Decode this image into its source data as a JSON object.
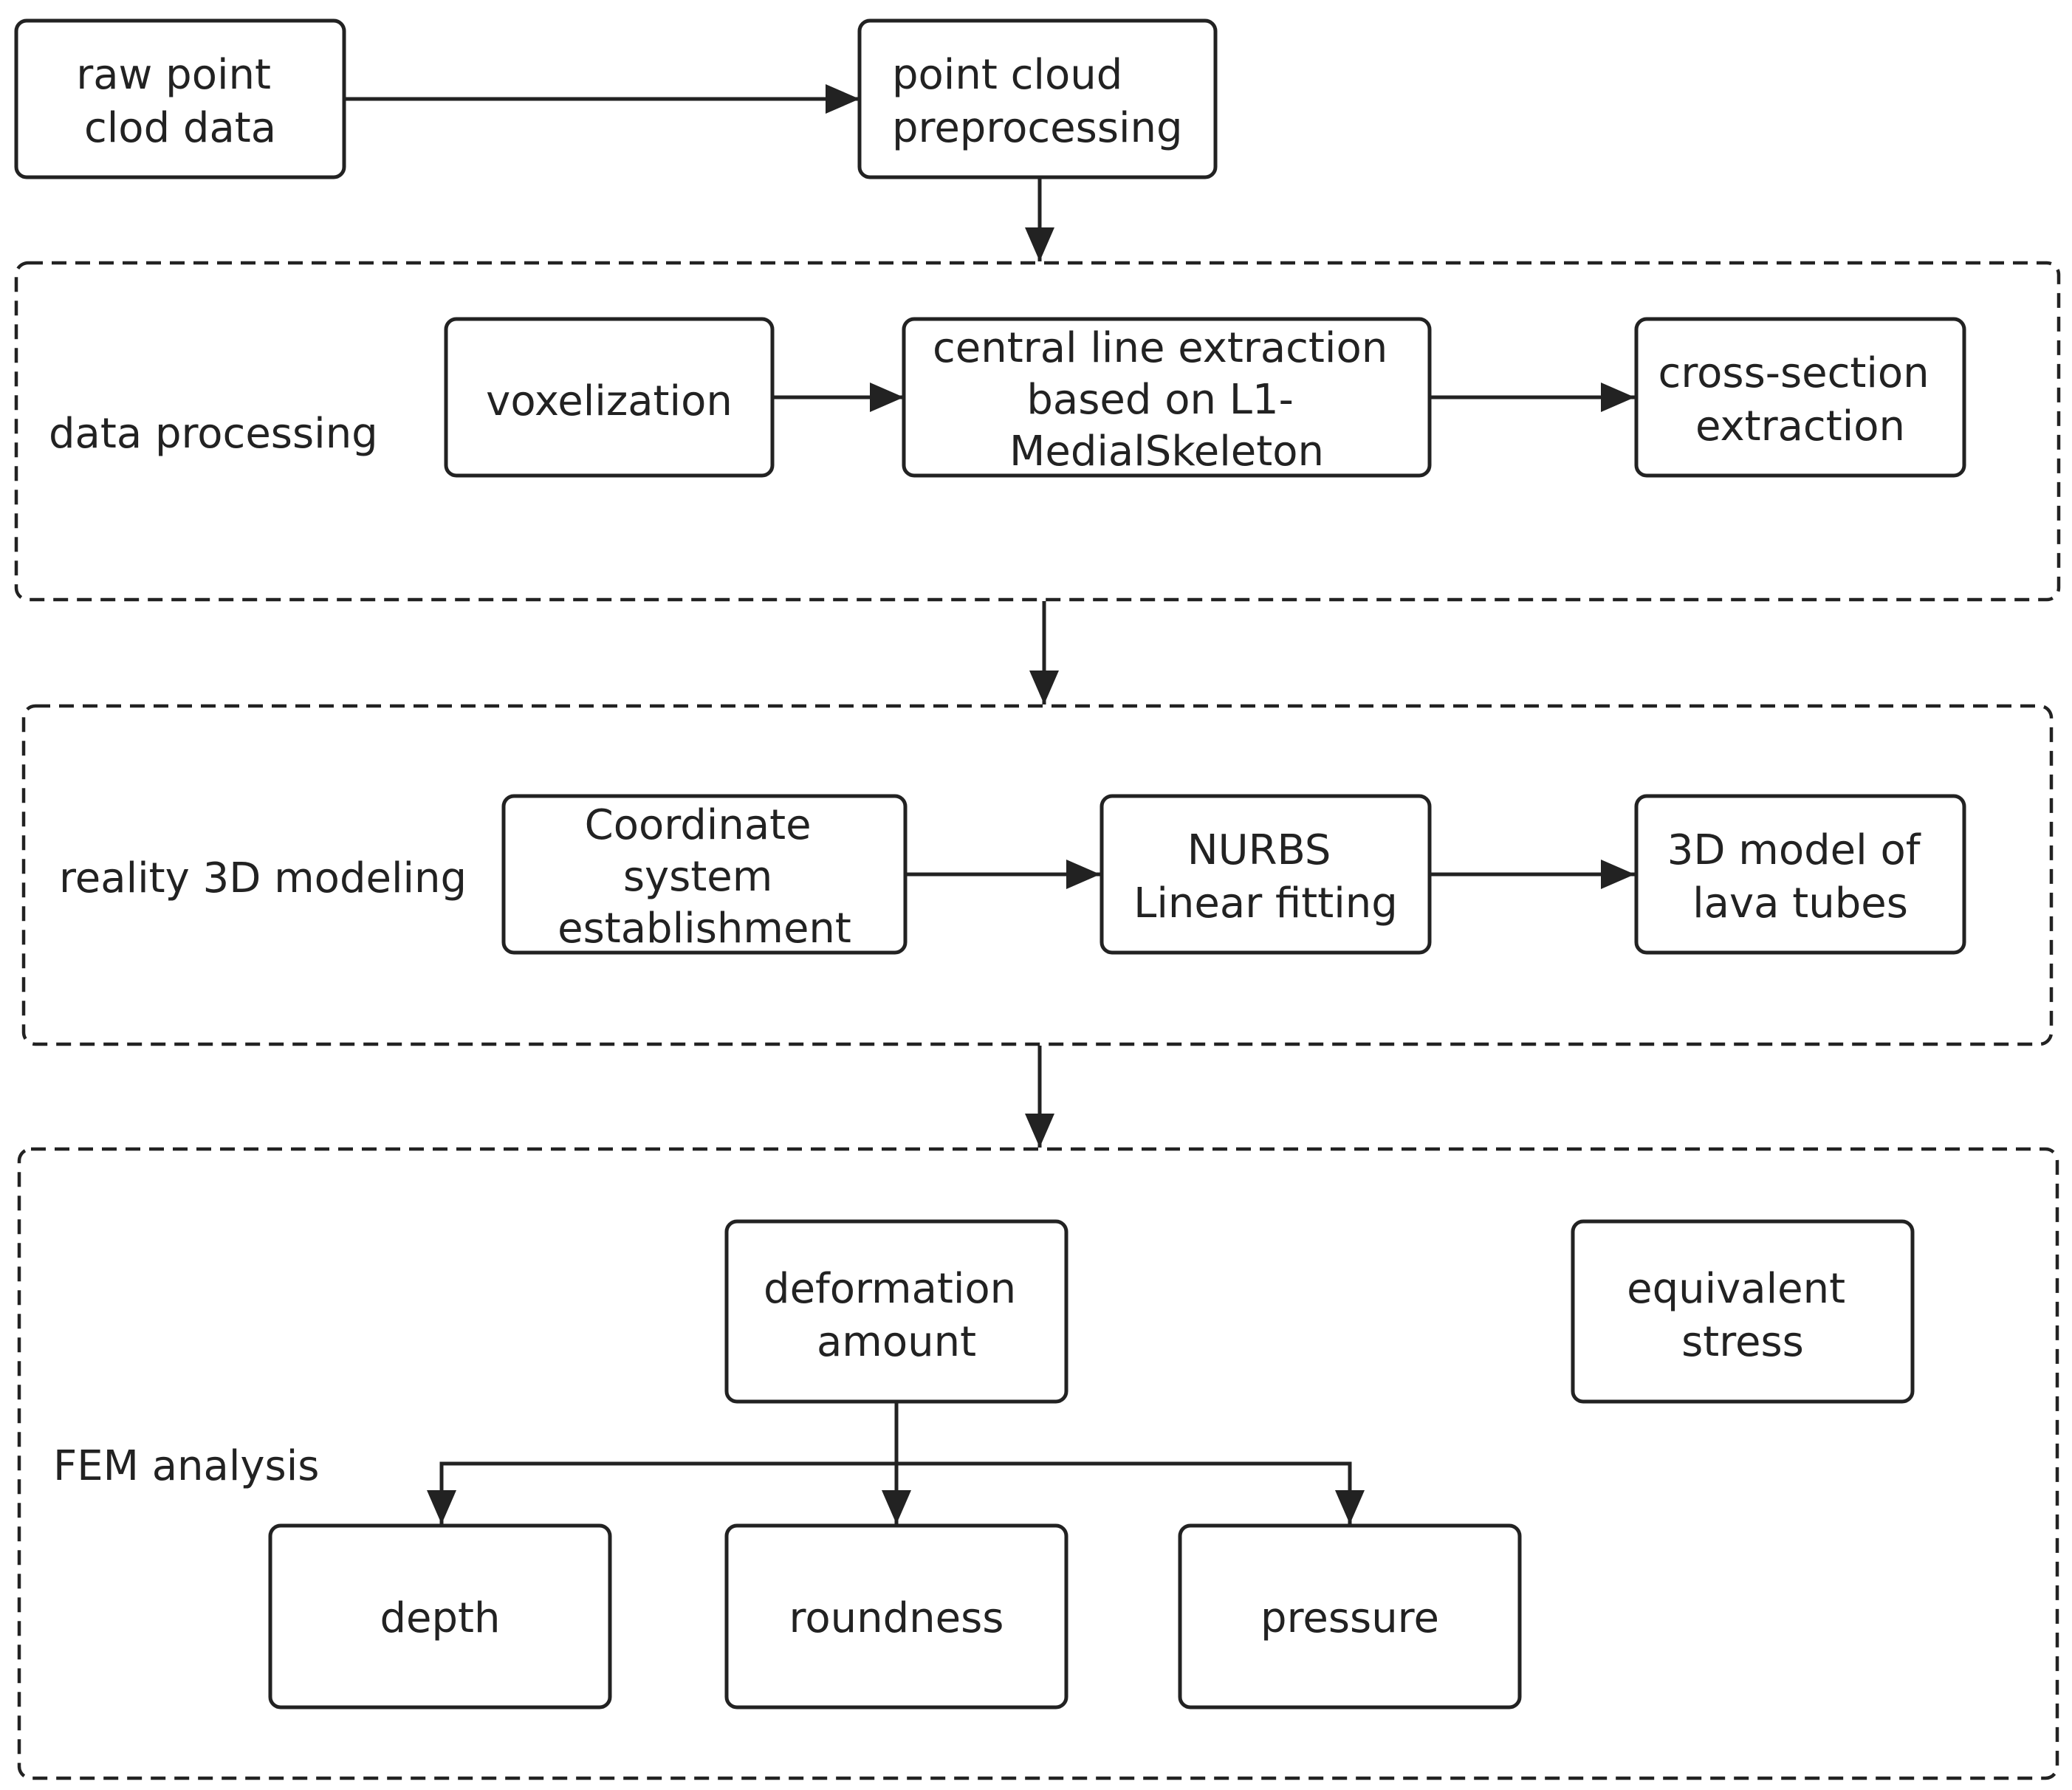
{
  "nodes": {
    "raw": [
      "raw point",
      "clod data"
    ],
    "pre": [
      "point cloud",
      "preprocessing"
    ],
    "vox": [
      "voxelization"
    ],
    "cle": [
      "central line extraction",
      "based on L1-",
      "MedialSkeleton"
    ],
    "cse": [
      "cross-section",
      "extraction"
    ],
    "cse_sys": [
      "Coordinate",
      "system",
      "establishment"
    ],
    "nurbs": [
      "NURBS",
      "Linear fitting"
    ],
    "model": [
      "3D model of",
      "lava tubes"
    ],
    "def": [
      "deformation",
      "amount"
    ],
    "eq": [
      "equivalent",
      "stress"
    ],
    "depth": [
      "depth"
    ],
    "round": [
      "roundness"
    ],
    "press": [
      "pressure"
    ]
  },
  "groups": {
    "dp": "data processing",
    "r3d": "reality 3D modeling",
    "fem": "FEM analysis"
  },
  "edges": [
    {
      "from": "raw",
      "to": "pre"
    },
    {
      "from": "pre",
      "to": "dp"
    },
    {
      "from": "vox",
      "to": "cle"
    },
    {
      "from": "cle",
      "to": "cse"
    },
    {
      "from": "dp",
      "to": "r3d"
    },
    {
      "from": "cse_sys",
      "to": "nurbs"
    },
    {
      "from": "nurbs",
      "to": "model"
    },
    {
      "from": "r3d",
      "to": "fem"
    },
    {
      "from": "def",
      "to": "depth"
    },
    {
      "from": "def",
      "to": "round"
    },
    {
      "from": "def",
      "to": "press"
    }
  ]
}
